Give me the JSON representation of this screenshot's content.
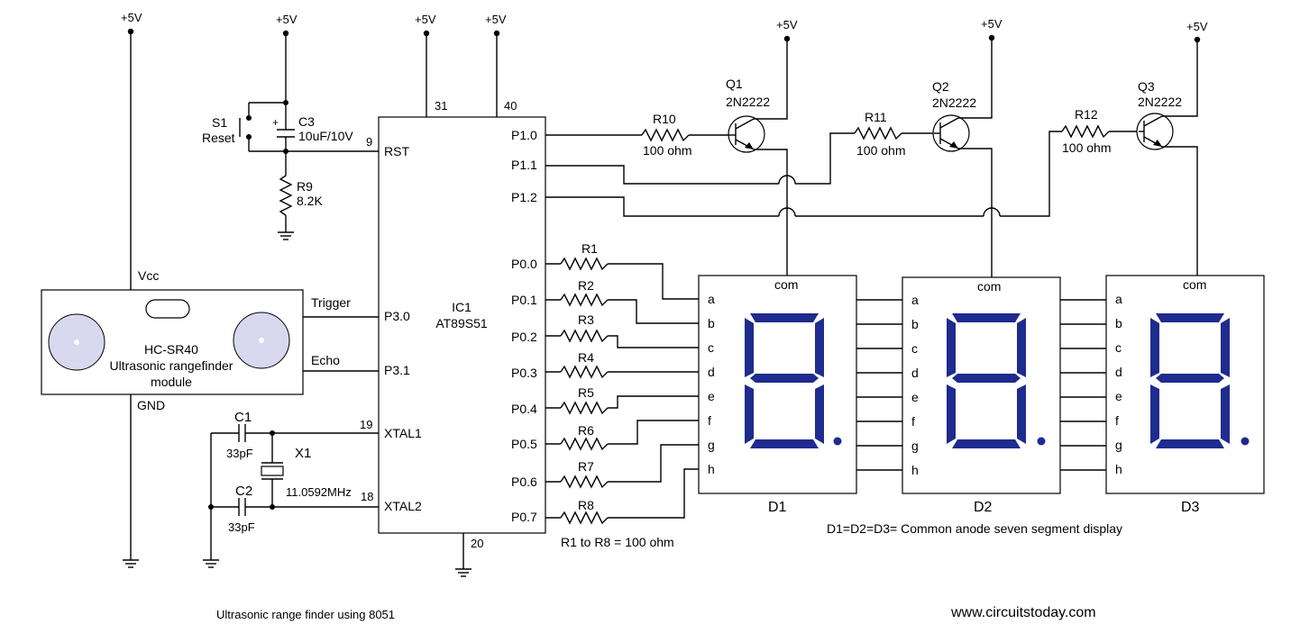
{
  "power": {
    "label": "+5V"
  },
  "sensor": {
    "vcc": "Vcc",
    "gnd": "GND",
    "trigger": "Trigger",
    "echo": "Echo",
    "name": "HC-SR40",
    "desc1": "Ultrasonic rangefinder",
    "desc2": "module"
  },
  "reset": {
    "switch": "S1",
    "switch_label": "Reset",
    "cap": "C3",
    "cap_value": "10uF/10V",
    "res": "R9",
    "res_value": "8.2K",
    "plus": "+"
  },
  "mcu": {
    "ref": "IC1",
    "part": "AT89S51",
    "pins": {
      "p31": "31",
      "p40": "40",
      "p9": "9",
      "p19": "19",
      "p18": "18",
      "p20": "20",
      "rst": "RST",
      "p30": "P3.0",
      "p31n": "P3.1",
      "xtal1": "XTAL1",
      "xtal2": "XTAL2",
      "p10": "P1.0",
      "p11": "P1.1",
      "p12": "P1.2",
      "p00": "P0.0",
      "p01": "P0.1",
      "p02": "P0.2",
      "p03": "P0.3",
      "p04": "P0.4",
      "p05": "P0.5",
      "p06": "P0.6",
      "p07": "P0.7"
    }
  },
  "crystal": {
    "c1": "C1",
    "c1_value": "33pF",
    "c2": "C2",
    "c2_value": "33pF",
    "x1": "X1",
    "x1_value": "11.0592MHz"
  },
  "segment_resistors": {
    "labels": [
      "R1",
      "R2",
      "R3",
      "R4",
      "R5",
      "R6",
      "R7",
      "R8"
    ],
    "note": "R1 to R8 = 100 ohm"
  },
  "transistors": [
    {
      "ref": "Q1",
      "part": "2N2222",
      "res": "R10",
      "res_value": "100 ohm"
    },
    {
      "ref": "Q2",
      "part": "2N2222",
      "res": "R11",
      "res_value": "100 ohm"
    },
    {
      "ref": "Q3",
      "part": "2N2222",
      "res": "R12",
      "res_value": "100 ohm"
    }
  ],
  "displays": {
    "names": [
      "D1",
      "D2",
      "D3"
    ],
    "com": "com",
    "pins": [
      "a",
      "b",
      "c",
      "d",
      "e",
      "f",
      "g",
      "h"
    ],
    "note": "D1=D2=D3= Common anode seven segment display"
  },
  "footer": {
    "title": "Ultrasonic range finder using 8051",
    "website": "www.circuitstoday.com"
  }
}
